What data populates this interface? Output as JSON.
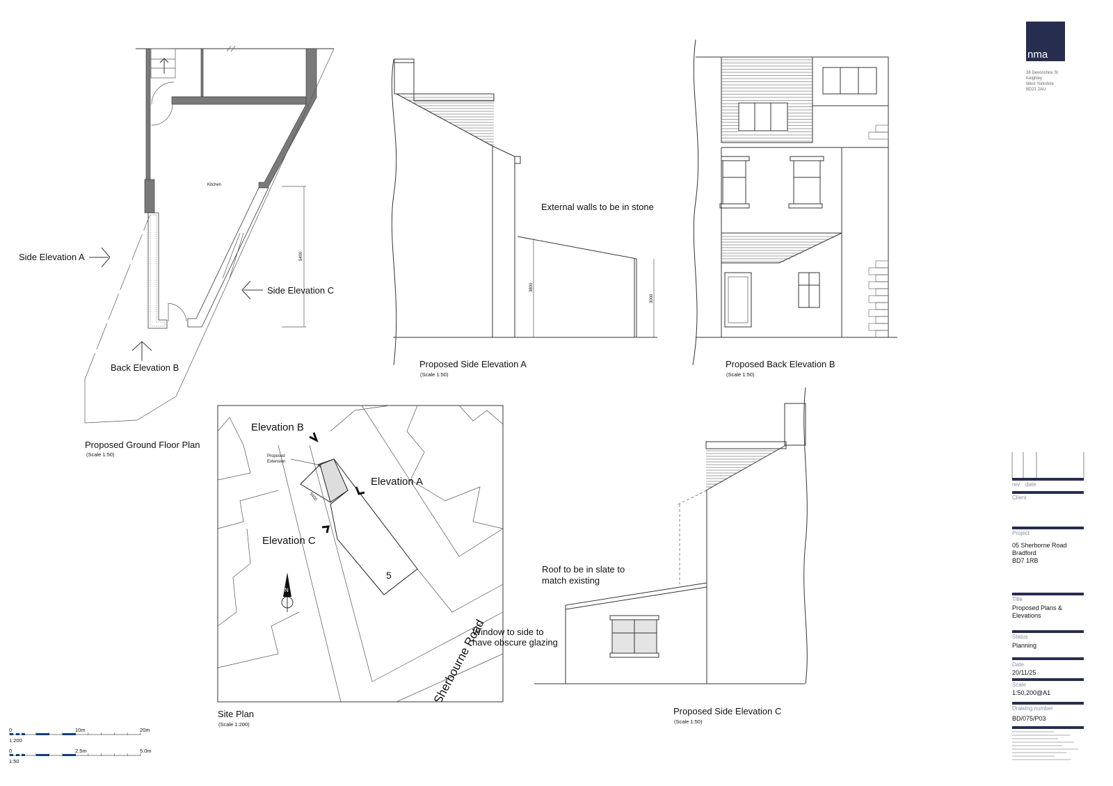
{
  "logo": {
    "text": "nma",
    "color": "#2b3155"
  },
  "address": [
    "38 Devonshire St",
    "Keighley",
    "West Yorkshire",
    "BD21 2AU"
  ],
  "floor_plan": {
    "room_label": "Kitchen",
    "dimension": "5400",
    "markers": {
      "side_a": "Side Elevation A",
      "side_c": "Side Elevation C",
      "back_b": "Back Elevation B"
    },
    "title": "Proposed Ground Floor Plan",
    "scale": "(Scale 1:50)"
  },
  "side_elevation_a": {
    "note": "External walls to be in stone",
    "dimensions": [
      "3800",
      "3000"
    ],
    "title": "Proposed Side Elevation A",
    "scale": "(Scale 1:50)"
  },
  "back_elevation_b": {
    "title": "Proposed Back Elevation B",
    "scale": "(Scale 1:50)"
  },
  "site_plan": {
    "labels": {
      "elev_b": "Elevation B",
      "elev_a": "Elevation A",
      "elev_c": "Elevation C",
      "extension": [
        "Proposed",
        "Extension"
      ],
      "dimension": "5400",
      "house_number": "5",
      "road": "Sherbourne Road",
      "north": "N"
    },
    "title": "Site Plan",
    "scale": "(Scale 1:200)"
  },
  "side_elevation_c": {
    "notes": {
      "roof": [
        "Roof to be in slate to",
        "match existing"
      ],
      "window": [
        "Window to side to",
        "have obscure glazing"
      ]
    },
    "title": "Proposed Side Elevation C",
    "scale": "(Scale 1:50)"
  },
  "scale_bars": [
    {
      "ticks": [
        "0",
        "10m",
        "20m"
      ],
      "ratio": "1:200"
    },
    {
      "ticks": [
        "0",
        "2.5m",
        "5.0m"
      ],
      "ratio": "1:50"
    }
  ],
  "title_block": {
    "rev_headers": [
      "rev",
      "date"
    ],
    "client_label": "Client",
    "project_label": "Project",
    "project": [
      "05 Sherborne Road",
      "Bradford",
      "BD7 1RB"
    ],
    "title_label": "Title",
    "title": [
      "Proposed Plans &",
      "Elevations"
    ],
    "status_label": "Status",
    "status": "Planning",
    "date_label": "Date",
    "date": "20/11/25",
    "scale_label": "Scale",
    "scale": "1:50,200@A1",
    "drawing_number_label": "Drawing number",
    "drawing_number": "BD/075/P03",
    "accent_color": "#272d4f"
  }
}
